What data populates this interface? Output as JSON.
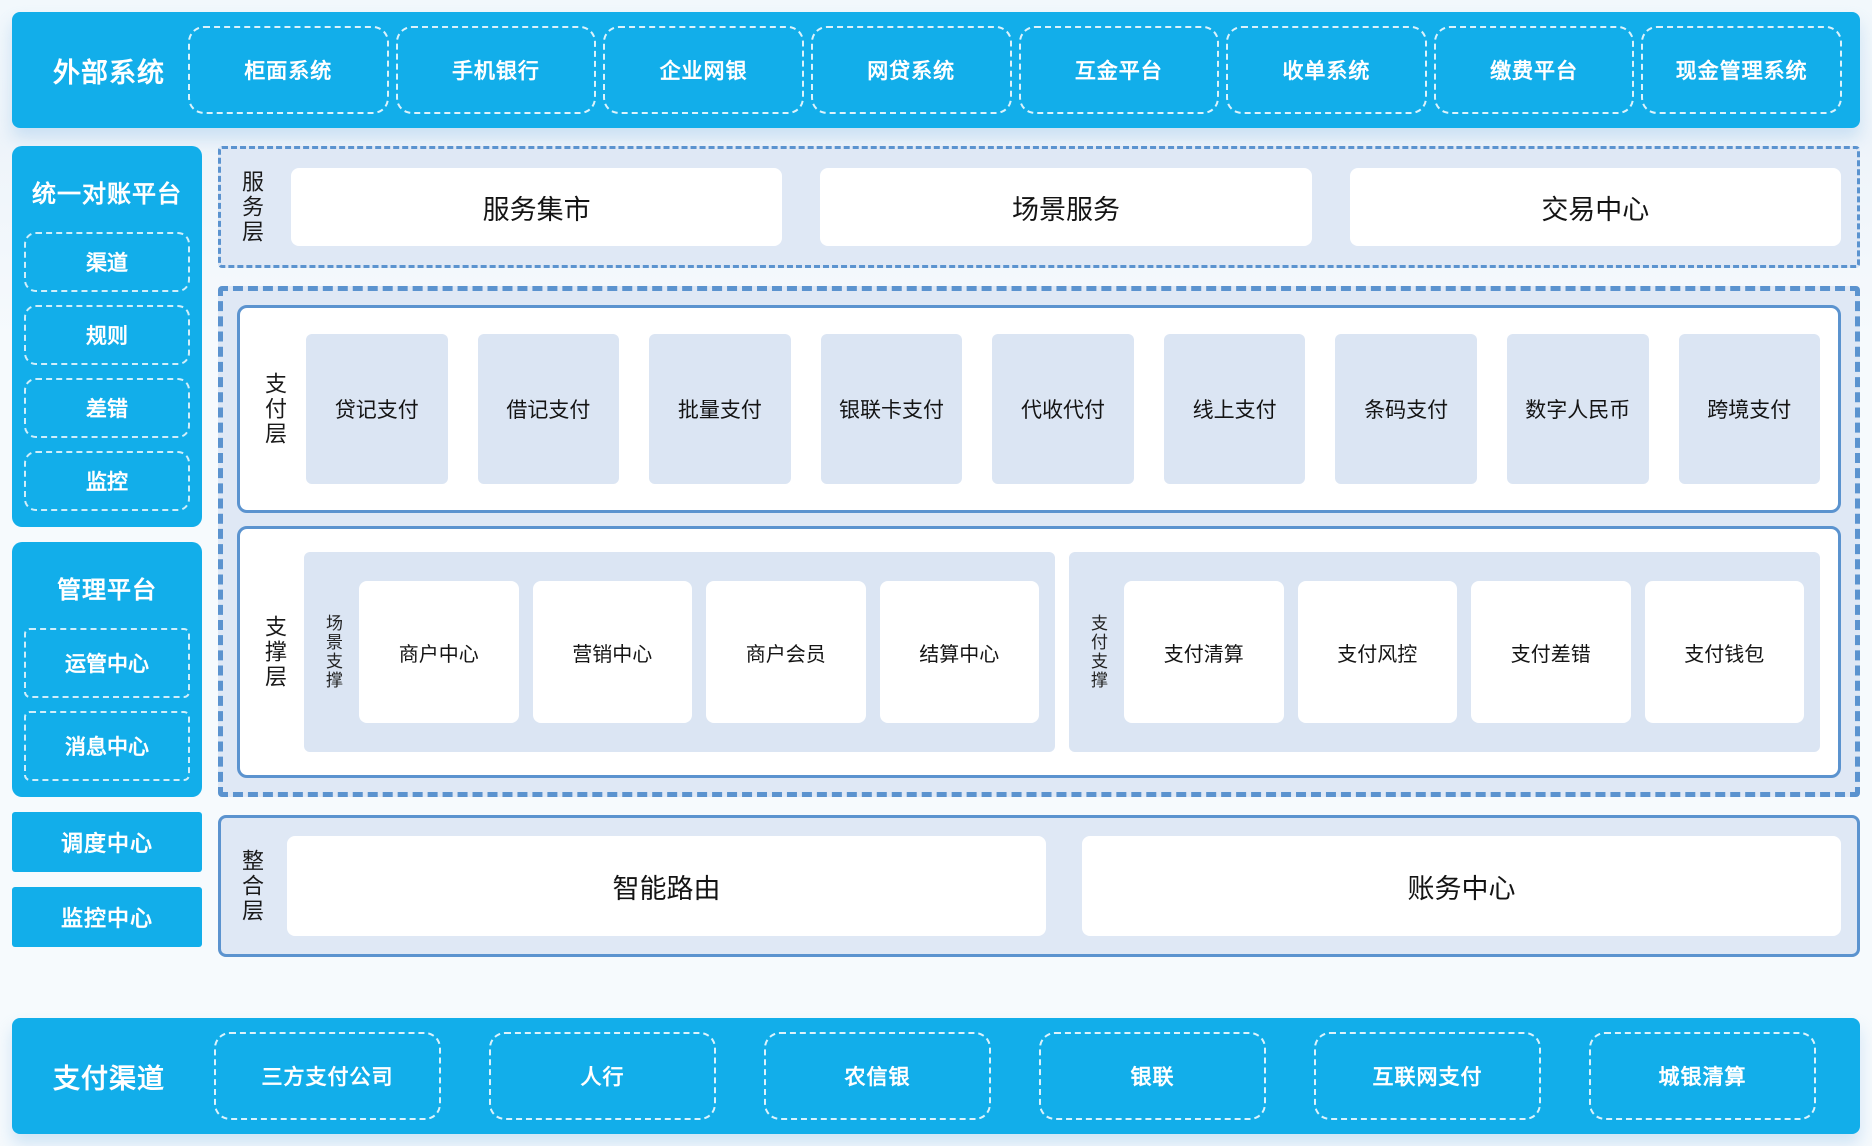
{
  "colors": {
    "accent_blue": "#12aeea",
    "panel_fill": "#dfe8f5",
    "tile_fill": "#dbe5f3",
    "border_blue": "#5b93cf",
    "text_dark": "#141414",
    "text_on_blue": "#ffffff"
  },
  "top_banner": {
    "title": "外部系统",
    "items": [
      "柜面系统",
      "手机银行",
      "企业网银",
      "网贷系统",
      "互金平台",
      "收单系统",
      "缴费平台",
      "现金管理系统"
    ]
  },
  "left_column": {
    "recon_platform": {
      "title": "统一对账平台",
      "items": [
        "渠道",
        "规则",
        "差错",
        "监控"
      ]
    },
    "mgmt_platform": {
      "title": "管理平台",
      "items": [
        "运管中心",
        "消息中心"
      ]
    },
    "standalone_blocks": [
      "调度中心",
      "监控中心"
    ]
  },
  "service_layer": {
    "label": "服务层",
    "items": [
      "服务集市",
      "场景服务",
      "交易中心"
    ]
  },
  "payment_layer": {
    "label": "支付层",
    "items": [
      "贷记支付",
      "借记支付",
      "批量支付",
      "银联卡支付",
      "代收代付",
      "线上支付",
      "条码支付",
      "数字人民币",
      "跨境支付"
    ]
  },
  "support_layer": {
    "label": "支撑层",
    "groups": [
      {
        "label": "场景支撑",
        "items": [
          "商户中心",
          "营销中心",
          "商户会员",
          "结算中心"
        ]
      },
      {
        "label": "支付支撑",
        "items": [
          "支付清算",
          "支付风控",
          "支付差错",
          "支付钱包"
        ]
      }
    ]
  },
  "integration_layer": {
    "label": "整合层",
    "items": [
      "智能路由",
      "账务中心"
    ]
  },
  "bottom_banner": {
    "title": "支付渠道",
    "items": [
      "三方支付公司",
      "人行",
      "农信银",
      "银联",
      "互联网支付",
      "城银清算"
    ]
  }
}
